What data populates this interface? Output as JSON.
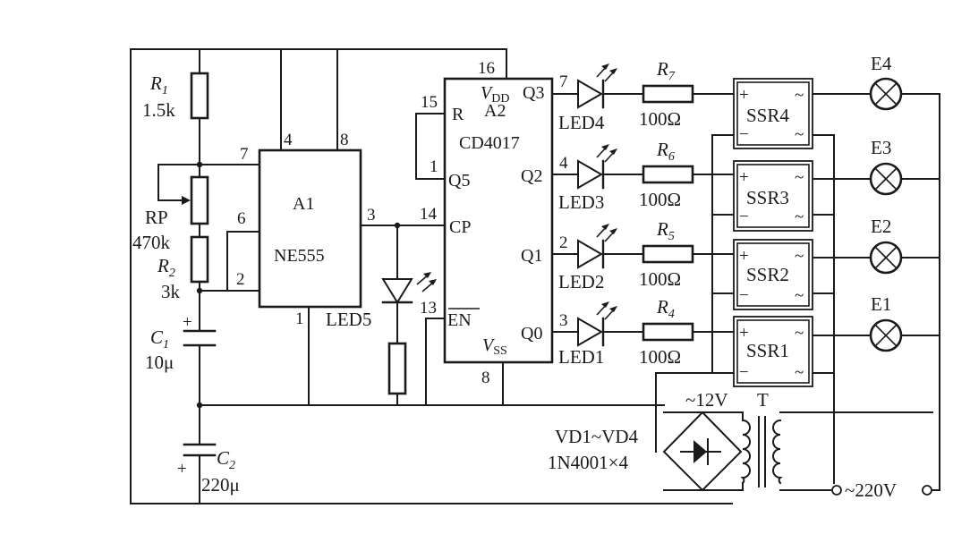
{
  "components": {
    "r1": {
      "name": "R",
      "sub": "1",
      "value": "1.5k"
    },
    "rp": {
      "name": "RP",
      "value": "470k"
    },
    "r2": {
      "name": "R",
      "sub": "2",
      "value": "3k"
    },
    "c1": {
      "name": "C",
      "sub": "1",
      "value": "10μ"
    },
    "c2": {
      "name": "C",
      "sub": "2",
      "value": "220μ"
    },
    "a1": {
      "name": "A1",
      "part": "NE555",
      "pins": {
        "p4": "4",
        "p8": "8",
        "p7": "7",
        "p6": "6",
        "p2": "2",
        "p3": "3",
        "p1": "1"
      }
    },
    "a2": {
      "name": "A2",
      "part": "CD4017",
      "vdd_v": "V",
      "vdd_sub": "DD",
      "vss_v": "V",
      "vss_sub": "SS",
      "pins": {
        "p16": "16",
        "p15": "15",
        "p1": "1",
        "p14": "14",
        "p13": "13",
        "p8": "8",
        "p7": "7",
        "p4": "4",
        "p2": "2",
        "p3": "3"
      },
      "labels": {
        "r": "R",
        "q5": "Q5",
        "cp": "CP",
        "en": "EN",
        "q3": "Q3",
        "q2": "Q2",
        "q1": "Q1",
        "q0": "Q0"
      }
    },
    "led5": {
      "name": "LED5"
    },
    "led4": {
      "name": "LED4"
    },
    "led3": {
      "name": "LED3"
    },
    "led2": {
      "name": "LED2"
    },
    "led1": {
      "name": "LED1"
    },
    "r7": {
      "name": "R",
      "sub": "7",
      "value": "100Ω"
    },
    "r6": {
      "name": "R",
      "sub": "6",
      "value": "100Ω"
    },
    "r5": {
      "name": "R",
      "sub": "5",
      "value": "100Ω"
    },
    "r4": {
      "name": "R",
      "sub": "4",
      "value": "100Ω"
    },
    "ssr4": {
      "name": "SSR4"
    },
    "ssr3": {
      "name": "SSR3"
    },
    "ssr2": {
      "name": "SSR2"
    },
    "ssr1": {
      "name": "SSR1"
    },
    "e4": {
      "name": "E4"
    },
    "e3": {
      "name": "E3"
    },
    "e2": {
      "name": "E2"
    },
    "e1": {
      "name": "E1"
    },
    "bridge": {
      "name": "VD1~VD4",
      "part": "1N4001×4"
    },
    "transformer": {
      "name": "T",
      "secondary": "~12V"
    },
    "mains": {
      "label": "~220V"
    },
    "signs": {
      "plus": "+",
      "minus": "−",
      "tilde": "~"
    }
  }
}
